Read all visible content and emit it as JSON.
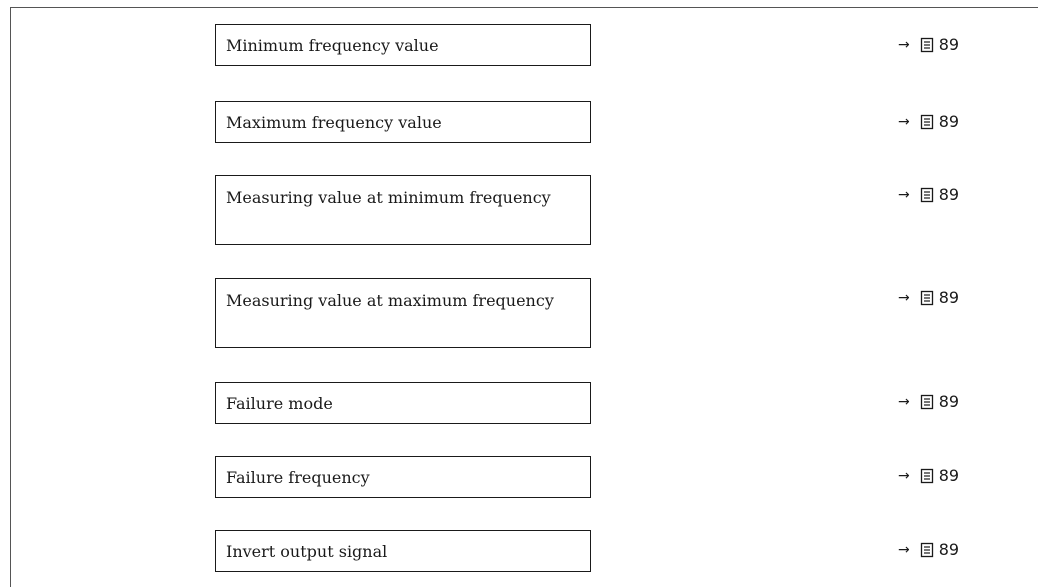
{
  "parameters": [
    {
      "label": "Minimum frequency value",
      "ref_page": "89"
    },
    {
      "label": "Maximum frequency value",
      "ref_page": "89"
    },
    {
      "label": "Measuring value at minimum frequency",
      "ref_page": "89"
    },
    {
      "label": "Measuring value at maximum frequency",
      "ref_page": "89"
    },
    {
      "label": "Failure mode",
      "ref_page": "89"
    },
    {
      "label": "Failure frequency",
      "ref_page": "89"
    },
    {
      "label": "Invert output signal",
      "ref_page": "89"
    }
  ],
  "icons": {
    "arrow": "→",
    "reference": "book-page-icon"
  }
}
